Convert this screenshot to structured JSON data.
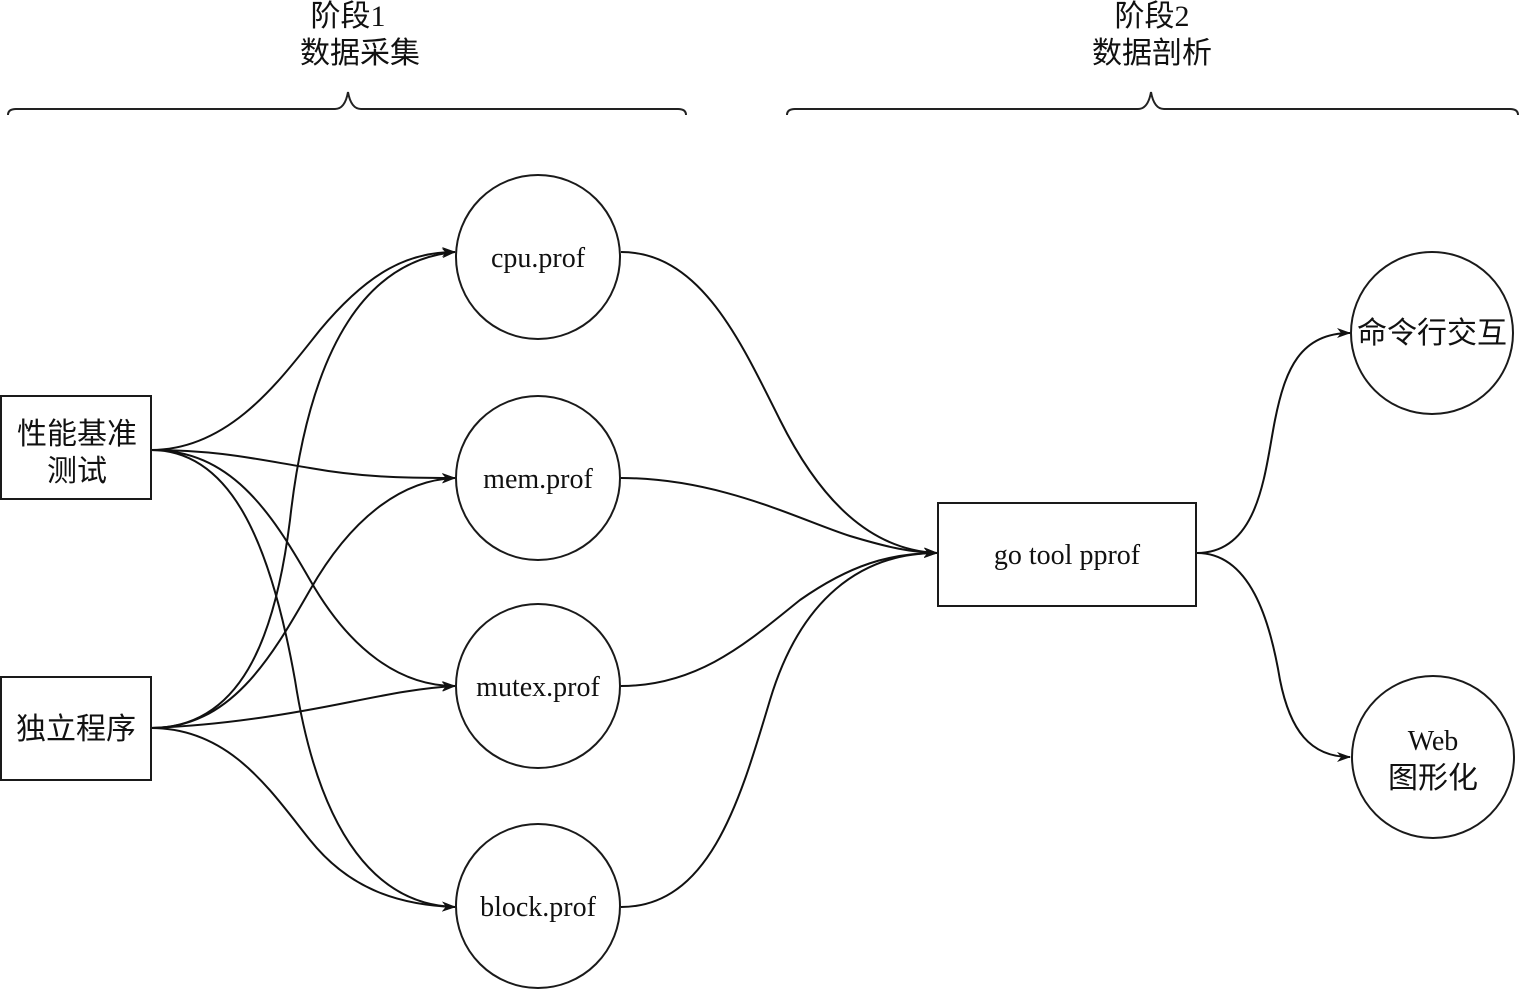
{
  "stages": [
    {
      "id": "stage1",
      "line1": "阶段1",
      "line2": "数据采集"
    },
    {
      "id": "stage2",
      "line1": "阶段2",
      "line2": "数据剖析"
    }
  ],
  "nodes": {
    "bench": {
      "shape": "rect",
      "lines": [
        "性能基准",
        "测试"
      ]
    },
    "program": {
      "shape": "rect",
      "lines": [
        "独立程序"
      ]
    },
    "cpu": {
      "shape": "circle",
      "lines": [
        "cpu.prof"
      ]
    },
    "mem": {
      "shape": "circle",
      "lines": [
        "mem.prof"
      ]
    },
    "mutex": {
      "shape": "circle",
      "lines": [
        "mutex.prof"
      ]
    },
    "block": {
      "shape": "circle",
      "lines": [
        "block.prof"
      ]
    },
    "pprof": {
      "shape": "rect",
      "lines": [
        "go tool pprof"
      ]
    },
    "cli": {
      "shape": "circle",
      "lines": [
        "命令行交互"
      ]
    },
    "web": {
      "shape": "circle",
      "lines": [
        "Web",
        "图形化"
      ]
    }
  },
  "edges": [
    {
      "from": "bench",
      "to": "cpu",
      "arrow": true
    },
    {
      "from": "bench",
      "to": "mem",
      "arrow": true
    },
    {
      "from": "bench",
      "to": "mutex",
      "arrow": true
    },
    {
      "from": "bench",
      "to": "block",
      "arrow": true
    },
    {
      "from": "program",
      "to": "cpu",
      "arrow": true
    },
    {
      "from": "program",
      "to": "mem",
      "arrow": true
    },
    {
      "from": "program",
      "to": "mutex",
      "arrow": true
    },
    {
      "from": "program",
      "to": "block",
      "arrow": true
    },
    {
      "from": "cpu",
      "to": "pprof",
      "arrow": true
    },
    {
      "from": "mem",
      "to": "pprof",
      "arrow": true
    },
    {
      "from": "mutex",
      "to": "pprof",
      "arrow": true
    },
    {
      "from": "block",
      "to": "pprof",
      "arrow": true
    },
    {
      "from": "pprof",
      "to": "cli",
      "arrow": true
    },
    {
      "from": "pprof",
      "to": "web",
      "arrow": true
    }
  ]
}
